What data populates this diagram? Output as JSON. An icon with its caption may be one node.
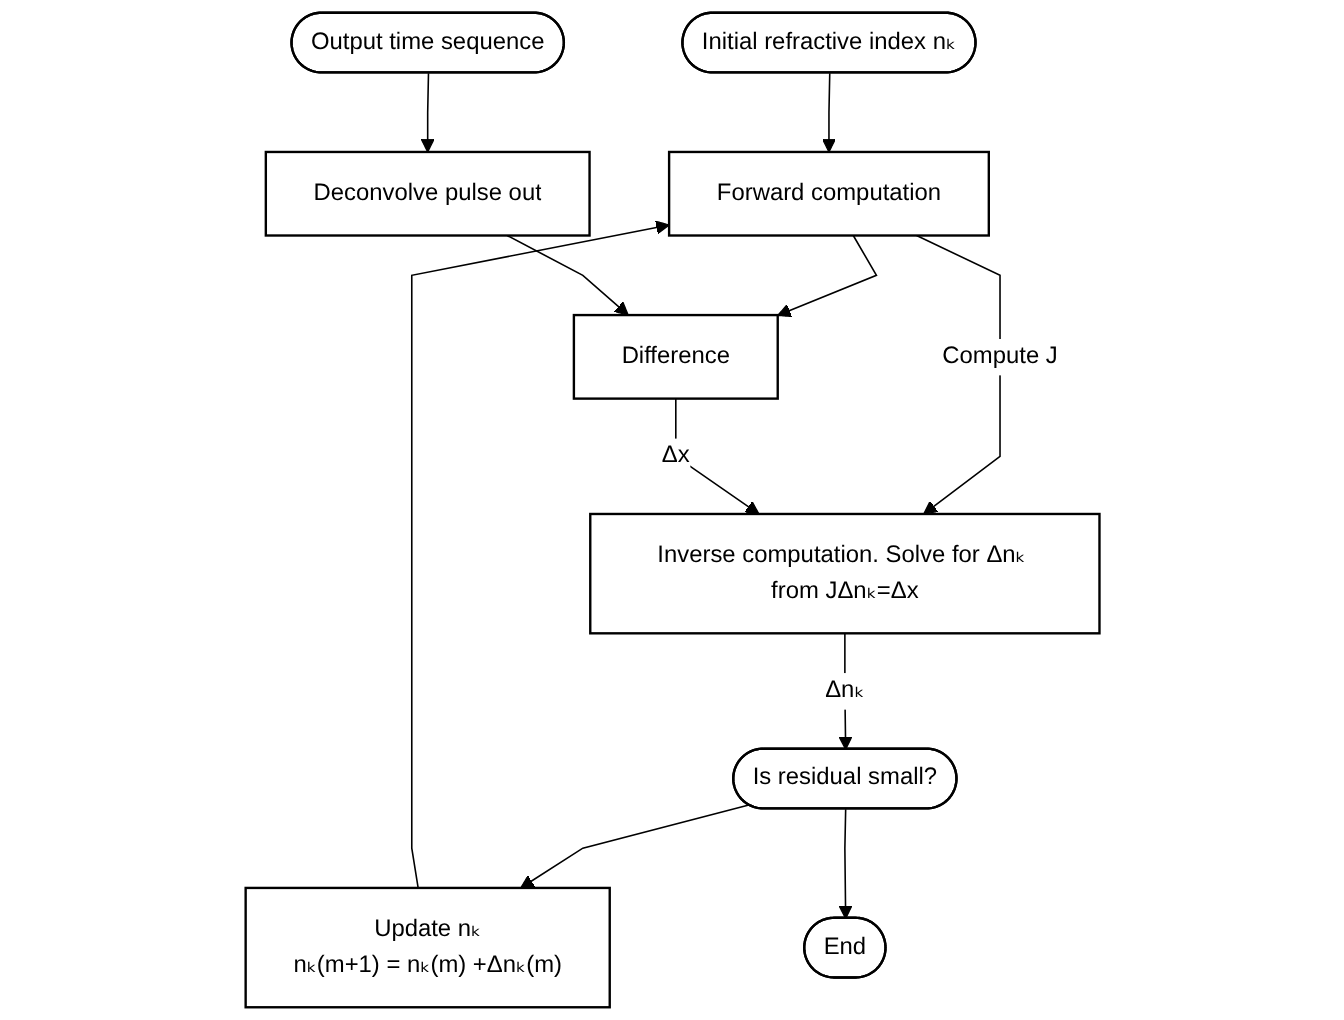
{
  "diagram": {
    "nodes": [
      {
        "text": [
          "Initial refractive index nₖ"
        ]
      },
      {
        "text": [
          "Output time sequence"
        ]
      },
      {
        "text": [
          "Forward computation"
        ]
      },
      {
        "text": [
          "Deconvolve pulse out"
        ]
      },
      {
        "text": [
          "Difference"
        ]
      },
      {
        "text": [
          "Update nₖ",
          "nₖ(m+1) = nₖ(m) +Δnₖ(m)"
        ]
      },
      {
        "text": [
          "Inverse computation. Solve for Δnₖ from JΔnₖ=Δx"
        ]
      },
      {
        "text": [
          "Is residual small?"
        ]
      },
      {
        "text": [
          "End"
        ]
      }
    ],
    "edges": [
      {
        "from": 0,
        "to": 2,
        "arrow": "to"
      },
      {
        "from": 1,
        "to": 3,
        "arrow": "to"
      },
      {
        "from": 2,
        "to": 4,
        "arrow": "to"
      },
      {
        "from": 3,
        "to": 4,
        "arrow": "to"
      },
      {
        "from": 2,
        "to": 6,
        "arrow": "to",
        "label": "Compute J"
      },
      {
        "from": 4,
        "to": 6,
        "arrow": "to",
        "label": "Δx"
      },
      {
        "from": 6,
        "to": 7,
        "arrow": "to",
        "label": "Δnₖ"
      },
      {
        "from": 7,
        "to": 5,
        "arrow": "to"
      },
      {
        "from": 5,
        "to": 2,
        "arrow": "to"
      },
      {
        "from": 7,
        "to": 8,
        "arrow": "to"
      }
    ]
  }
}
